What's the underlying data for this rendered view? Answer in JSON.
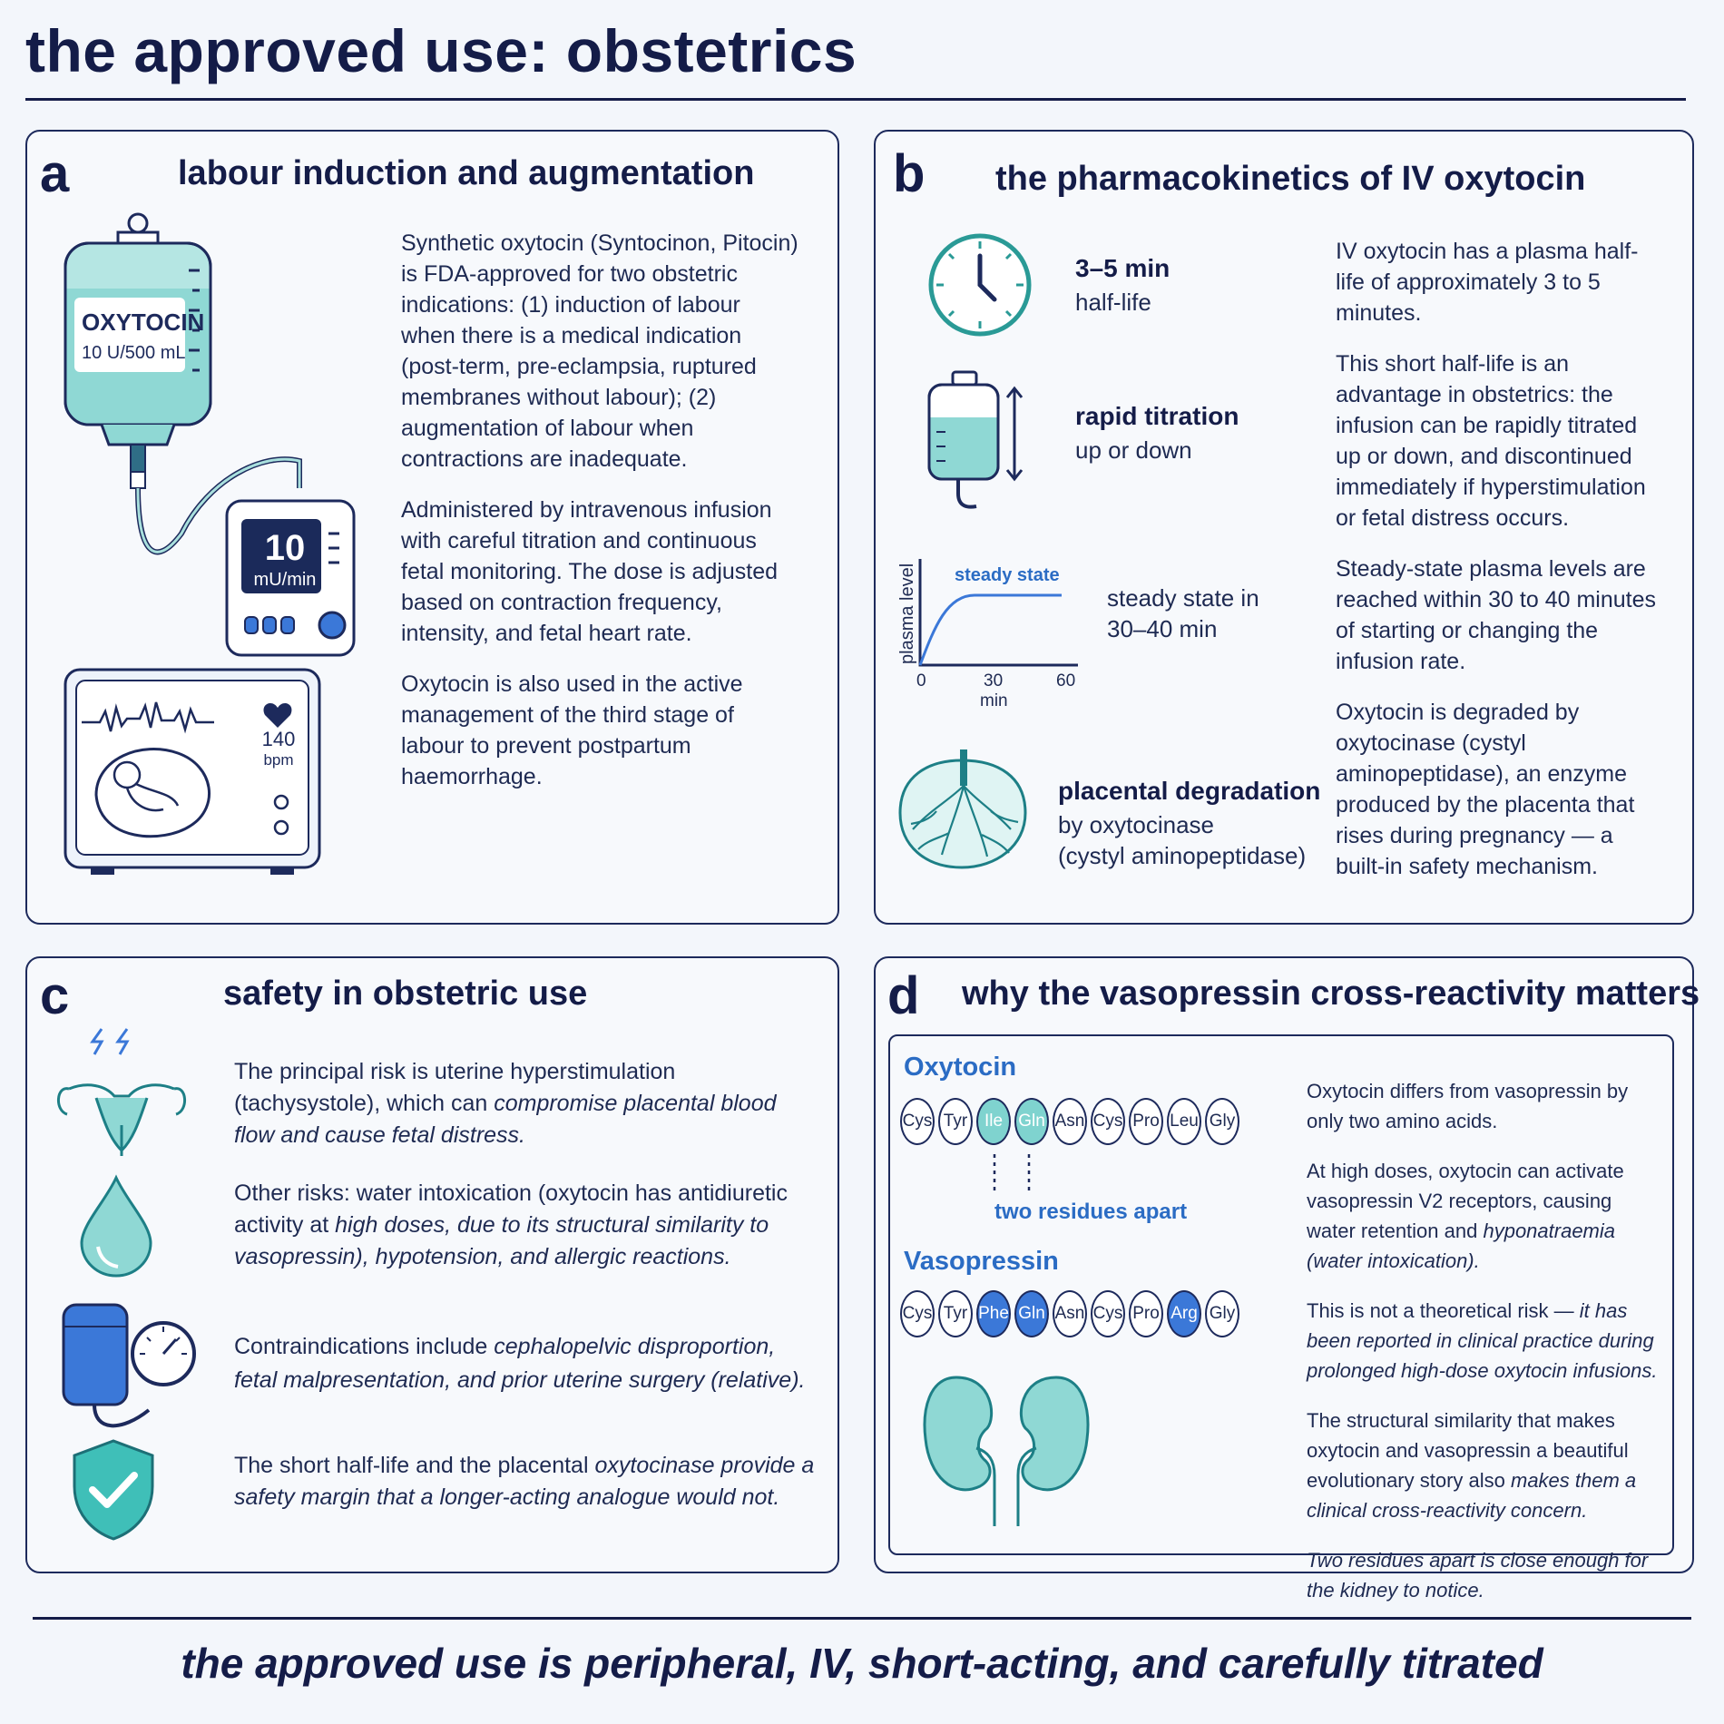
{
  "title": "the approved use: obstetrics",
  "footer": "the approved use is peripheral, IV, short-acting, and carefully titrated",
  "panel_a": {
    "letter": "a",
    "title": "labour induction and augmentation",
    "bag_label": "OXYTOCIN",
    "bag_conc": "10 U/500 mL",
    "pump_value": "10",
    "pump_unit": "mU/min",
    "monitor_value": "140",
    "monitor_unit": "bpm",
    "para1": "Synthetic oxytocin (Syntocinon, Pitocin) is FDA-approved for two obstetric indications: (1) induction of labour when there is a medical indication (post-term, pre-eclampsia, ruptured membranes without labour); (2) augmentation of labour when contractions are inadequate.",
    "para2": "Administered by intravenous infusion with careful titration and continuous fetal monitoring. The dose is adjusted based on contraction frequency, intensity, and fetal heart rate.",
    "para3": "Oxytocin is also used in the active management of the third stage of labour to prevent postpartum haemorrhage."
  },
  "panel_b": {
    "letter": "b",
    "title": "the pharmacokinetics of IV oxytocin",
    "halflife_bold": "3–5 min",
    "halflife_sub": "half-life",
    "titration_bold": "rapid titration",
    "titration_sub": "up or down",
    "steady_label": "steady state in\n30–40 min",
    "placental_bold": "placental degradation",
    "placental_sub1": "by oxytocinase",
    "placental_sub2": "(cystyl aminopeptidase)",
    "chart": {
      "ylabel": "plasma level",
      "curve_label": "steady state",
      "ticks": [
        "0",
        "30",
        "60"
      ],
      "xunit": "min"
    },
    "para1": "IV oxytocin has a plasma half-life of approximately 3 to 5 minutes.",
    "para2": "This short half-life is an advantage in obstetrics: the infusion can be rapidly titrated up or down, and discontinued immediately if hyperstimulation or fetal distress occurs.",
    "para3": "Steady-state plasma levels are reached within 30 to 40 minutes of starting or changing the infusion rate.",
    "para4": "Oxytocin is degraded by oxytocinase (cystyl aminopeptidase), an enzyme produced by the placenta that rises during pregnancy — a built-in safety mechanism."
  },
  "panel_c": {
    "letter": "c",
    "title": "safety in obstetric use",
    "item1_a": "The principal risk is uterine hyperstimulation (tachysystole), which can ",
    "item1_b": "compromise placental blood flow and cause fetal distress.",
    "item2_a": "Other risks: water intoxication (oxytocin has antidiuretic activity at ",
    "item2_b": "high doses, due to its structural similarity to vasopressin), hypotension, and allergic reactions.",
    "item3_a": "Contraindications include ",
    "item3_b": "cephalopelvic disproportion, fetal malpresentation, and prior uterine surgery (relative).",
    "item4_a": "The short half-life and the placental ",
    "item4_b": "oxytocinase provide a safety margin that a longer-acting analogue would not."
  },
  "panel_d": {
    "letter": "d",
    "title": "why the vasopressin cross-reactivity matters",
    "oxytocin_label": "Oxytocin",
    "vasopressin_label": "Vasopressin",
    "oxytocin_chain": [
      "Cys",
      "Tyr",
      "Ile",
      "Gln",
      "Asn",
      "Cys",
      "Pro",
      "Leu",
      "Gly"
    ],
    "vasopressin_chain": [
      "Cys",
      "Tyr",
      "Phe",
      "Gln",
      "Asn",
      "Cys",
      "Pro",
      "Arg",
      "Gly"
    ],
    "apart_label": "two residues apart",
    "para1": "Oxytocin differs from vasopressin by only two amino acids.",
    "para2_a": "At high doses, oxytocin can activate vasopressin V2 receptors, causing water retention and ",
    "para2_b": "hyponatraemia (water intoxication).",
    "para3_a": "This is not a theoretical risk — ",
    "para3_b": "it has been reported in clinical practice during prolonged high-dose oxytocin infusions.",
    "para4_a": "The structural similarity that makes oxytocin and vasopressin a beautiful evolutionary story also ",
    "para4_b": "makes them a clinical cross-reactivity concern.",
    "para5": "Two residues apart is close enough for the kidney to notice."
  },
  "colors": {
    "navy": "#141c48",
    "teal": "#7fd3cf",
    "blue": "#3b78d8",
    "label_blue": "#2b6cc4"
  }
}
